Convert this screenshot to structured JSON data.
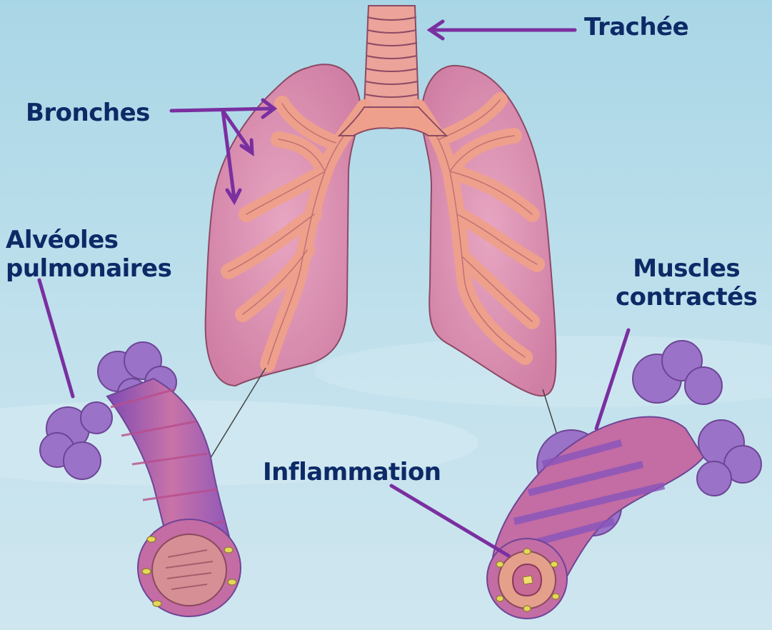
{
  "colors": {
    "background_top": "#a9d6e6",
    "background_bottom": "#c9e4ee",
    "label_text": "#0d2a67",
    "arrow": "#7a2fa0",
    "lung_fill": "#d98fb0",
    "lung_outline": "#8c4a64",
    "bronchi_fill": "#eea08c",
    "tube_pink": "#c46ca4",
    "tube_purple": "#8855bb",
    "alveoli_purple": "#9a72c7"
  },
  "labels": {
    "trachee": "Trachée",
    "bronches": "Bronches",
    "alveoles_line1": "Alvéoles",
    "alveoles_line2": "pulmonaires",
    "muscles_line1": "Muscles",
    "muscles_line2": "contractés",
    "inflammation": "Inflammation"
  },
  "icons": {
    "lungs": "lungs-illustration",
    "healthy_airway": "healthy-bronchiole-illustration",
    "asthmatic_airway": "asthmatic-bronchiole-illustration"
  }
}
